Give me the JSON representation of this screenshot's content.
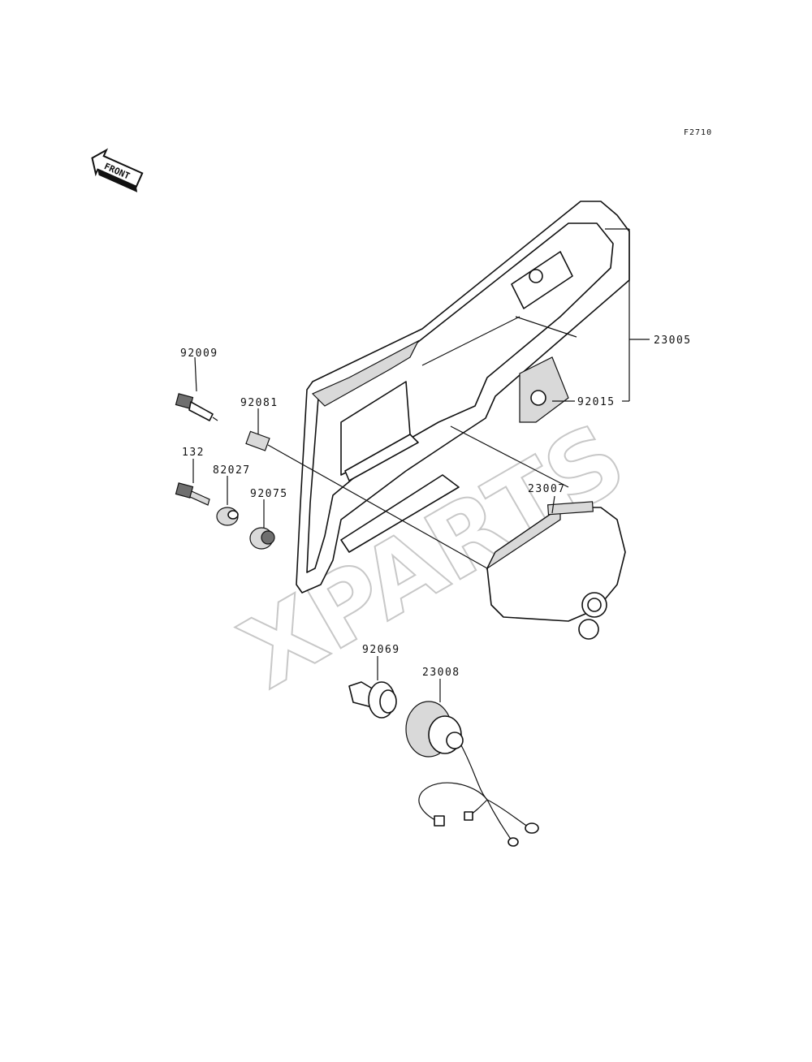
{
  "figure_id": "F2710",
  "front_badge": "FRONT",
  "watermark": "XPARTS",
  "parts": [
    {
      "id": "label-23005",
      "number": "23005"
    },
    {
      "id": "label-92015",
      "number": "92015"
    },
    {
      "id": "label-23007",
      "number": "23007"
    },
    {
      "id": "label-92009",
      "number": "92009"
    },
    {
      "id": "label-92081",
      "number": "92081"
    },
    {
      "id": "label-132",
      "number": "132"
    },
    {
      "id": "label-82027",
      "number": "82027"
    },
    {
      "id": "label-92075",
      "number": "92075"
    },
    {
      "id": "label-92069",
      "number": "92069"
    },
    {
      "id": "label-23008",
      "number": "23008"
    }
  ]
}
